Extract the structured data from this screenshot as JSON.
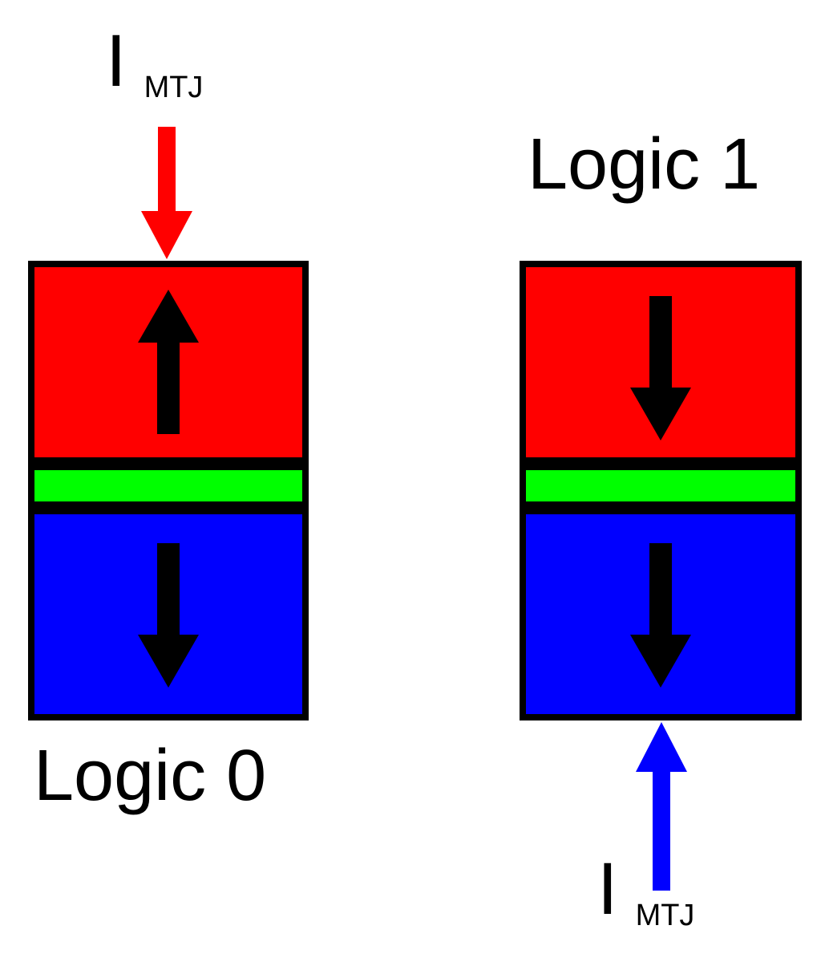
{
  "colors": {
    "free_layer": "#ff0000",
    "tunnel_barrier": "#00ff00",
    "fixed_layer": "#0000ff",
    "magnetization_arrow": "#000000",
    "write_current_logic0": "#ff0000",
    "write_current_logic1": "#0000ff"
  },
  "left_stack": {
    "current_label": {
      "symbol": "I",
      "subscript": "MTJ"
    },
    "state_label": "Logic 0",
    "free_layer_magnetization": "up",
    "fixed_layer_magnetization": "down",
    "write_current_direction": "down"
  },
  "right_stack": {
    "current_label": {
      "symbol": "I",
      "subscript": "MTJ"
    },
    "state_label": "Logic 1",
    "free_layer_magnetization": "down",
    "fixed_layer_magnetization": "down",
    "write_current_direction": "up"
  }
}
